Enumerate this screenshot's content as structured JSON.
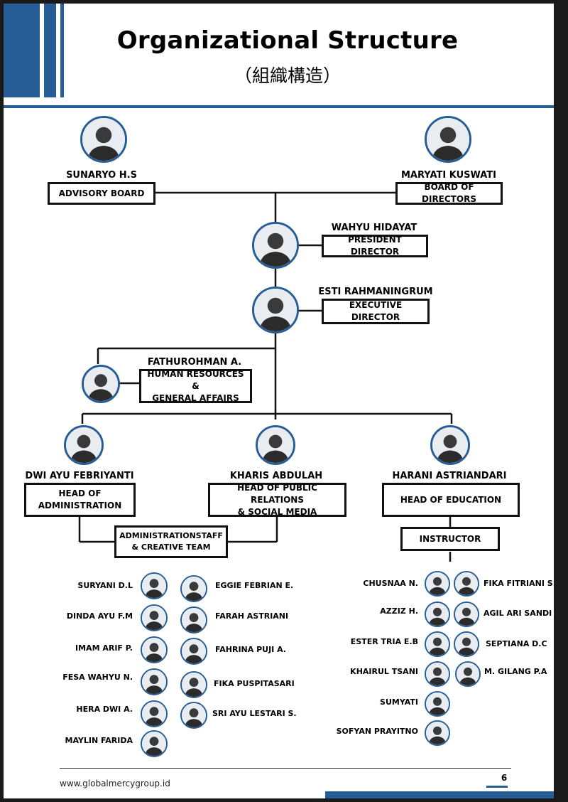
{
  "header": {
    "title": "Organizational Structure",
    "subtitle": "（組織構造）"
  },
  "top": {
    "advisory": {
      "name": "SUNARYO H.S",
      "role": "ADVISORY BOARD"
    },
    "board": {
      "name": "MARYATI KUSWATI",
      "role": "BOARD OF DIRECTORS"
    },
    "president": {
      "name": "WAHYU HIDAYAT",
      "role": "PRESIDENT DIRECTOR"
    },
    "executive": {
      "name": "ESTI RAHMANINGRUM",
      "role": "EXECUTIVE DIRECTOR"
    },
    "hr": {
      "name": "FATHUROHMAN A.",
      "role_line1": "HUMAN RESOURCES &",
      "role_line2": "GENERAL AFFAIRS"
    }
  },
  "heads": {
    "admin": {
      "name": "DWI AYU FEBRIYANTI",
      "role_line1": "HEAD OF",
      "role_line2": "ADMINISTRATION"
    },
    "pr": {
      "name": "KHARIS ABDULAH",
      "role_line1": "HEAD OF PUBLIC RELATIONS",
      "role_line2": "& SOCIAL MEDIA"
    },
    "edu": {
      "name": "HARANI ASTRIANDARI",
      "role": "HEAD OF EDUCATION"
    }
  },
  "teams": {
    "admin_staff": {
      "line1": "ADMINISTRATIONSTAFF",
      "line2": "& CREATIVE TEAM"
    },
    "instructor": "INSTRUCTOR"
  },
  "admin_staff_left": [
    "SURYANI D.L",
    "DINDA AYU F.M",
    "IMAM ARIF P.",
    "FESA WAHYU N.",
    "HERA DWI A.",
    "MAYLIN FARIDA"
  ],
  "admin_staff_right": [
    "EGGIE FEBRIAN E.",
    "FARAH ASTRIANI",
    "FAHRINA PUJI A.",
    "FIKA PUSPITASARI",
    "SRI AYU LESTARI S."
  ],
  "instructors_left": [
    "CHUSNAA N.",
    "AZZIZ H.",
    "ESTER TRIA E.B",
    "KHAIRUL TSANI",
    "SUMYATI",
    "SOFYAN PRAYITNO"
  ],
  "instructors_right": [
    "FIKA FITRIANI S.",
    "AGIL ARI SANDI",
    "SEPTIANA D.C",
    "M. GILANG P.A"
  ],
  "footer": {
    "url": "www.globalmercygroup.id",
    "page": "6"
  },
  "colors": {
    "accent": "#275d96",
    "line": "#111111"
  },
  "icons": {
    "photo": "person-portrait-icon"
  }
}
